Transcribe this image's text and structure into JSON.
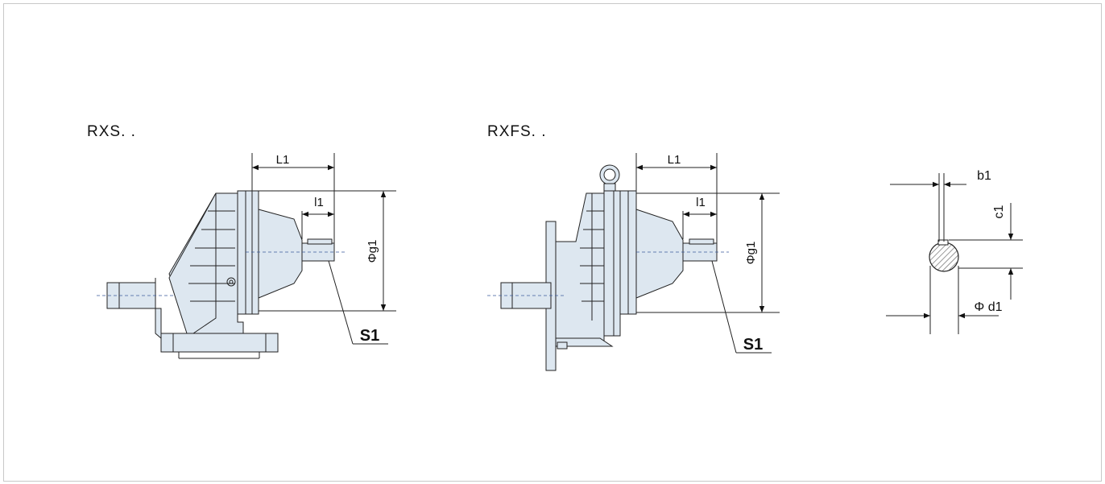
{
  "drawing_1": {
    "title": "RXS. .",
    "dim_L": "L1",
    "dim_l": "l1",
    "dim_g": "Φg1",
    "dim_s": "S1"
  },
  "drawing_2": {
    "title": "RXFS. .",
    "dim_L": "L1",
    "dim_l": "l1",
    "dim_g": "Φg1",
    "dim_s": "S1"
  },
  "shaft_section": {
    "dim_b": "b1",
    "dim_c": "c1",
    "dim_d": "Φ d1"
  },
  "colors": {
    "body_fill": "#dde7f0",
    "line": "#222222",
    "centerline": "#3a5a9a"
  }
}
